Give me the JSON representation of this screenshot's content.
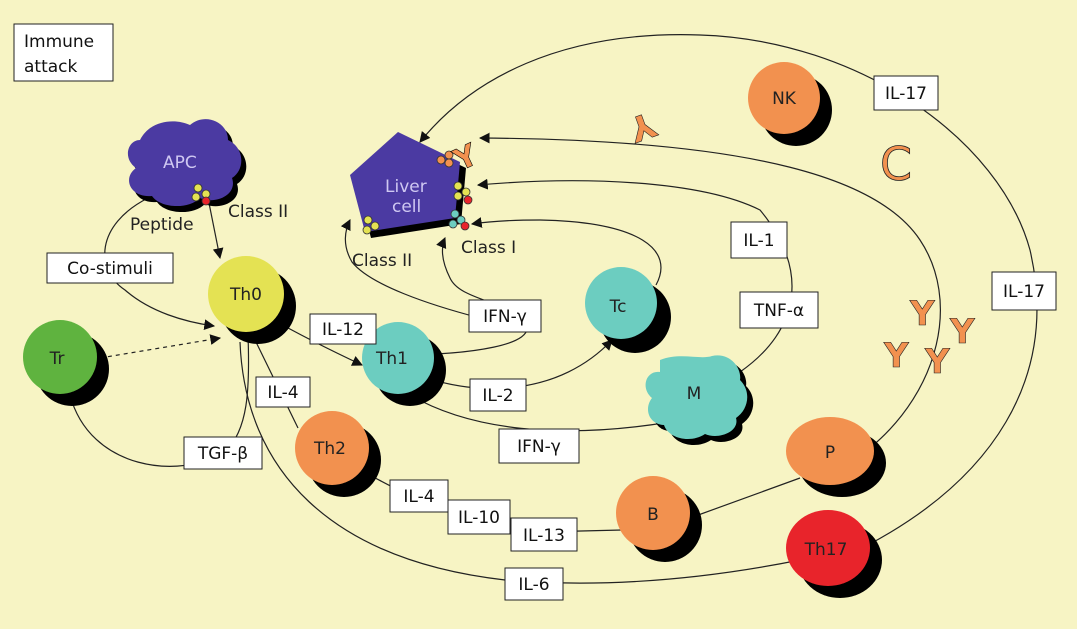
{
  "title": "Immune\nattack",
  "title_lines": [
    "Immune",
    "attack"
  ],
  "nodes": {
    "apc": "APC",
    "liver": [
      "Liver",
      "cell"
    ],
    "th0": "Th0",
    "th1": "Th1",
    "th2": "Th2",
    "tr": "Tr",
    "tc": "Tc",
    "m": "M",
    "nk": "NK",
    "b": "B",
    "p": "P",
    "th17": "Th17"
  },
  "labels": {
    "peptide": "Peptide",
    "class2_apc": "Class  II",
    "class2_liver": "Class  II",
    "class1_liver": "Class  I",
    "costimuli": "Co-stimuli",
    "il12": "IL-12",
    "ifng_top": "IFN-γ",
    "il2": "IL-2",
    "ifng_bottom": "IFN-γ",
    "il4_a": "IL-4",
    "tgfb": "TGF-β",
    "il4_b": "IL-4",
    "il10": "IL-10",
    "il13": "IL-13",
    "il6": "IL-6",
    "il1": "IL-1",
    "tnfa": "TNF-α",
    "il17_top": "IL-17",
    "il17_right": "IL-17",
    "complement": "C",
    "antibody": "Y"
  },
  "colors": {
    "background": "#f7f4c4",
    "apc": "#4b3aa2",
    "liver": "#4b3aa2",
    "th0": "#e4e253",
    "th1": "#6ccdc0",
    "tc": "#6ccdc0",
    "m": "#6ccdc0",
    "tr": "#5fb33f",
    "orange": "#f2914f",
    "th17": "#e8242b"
  }
}
